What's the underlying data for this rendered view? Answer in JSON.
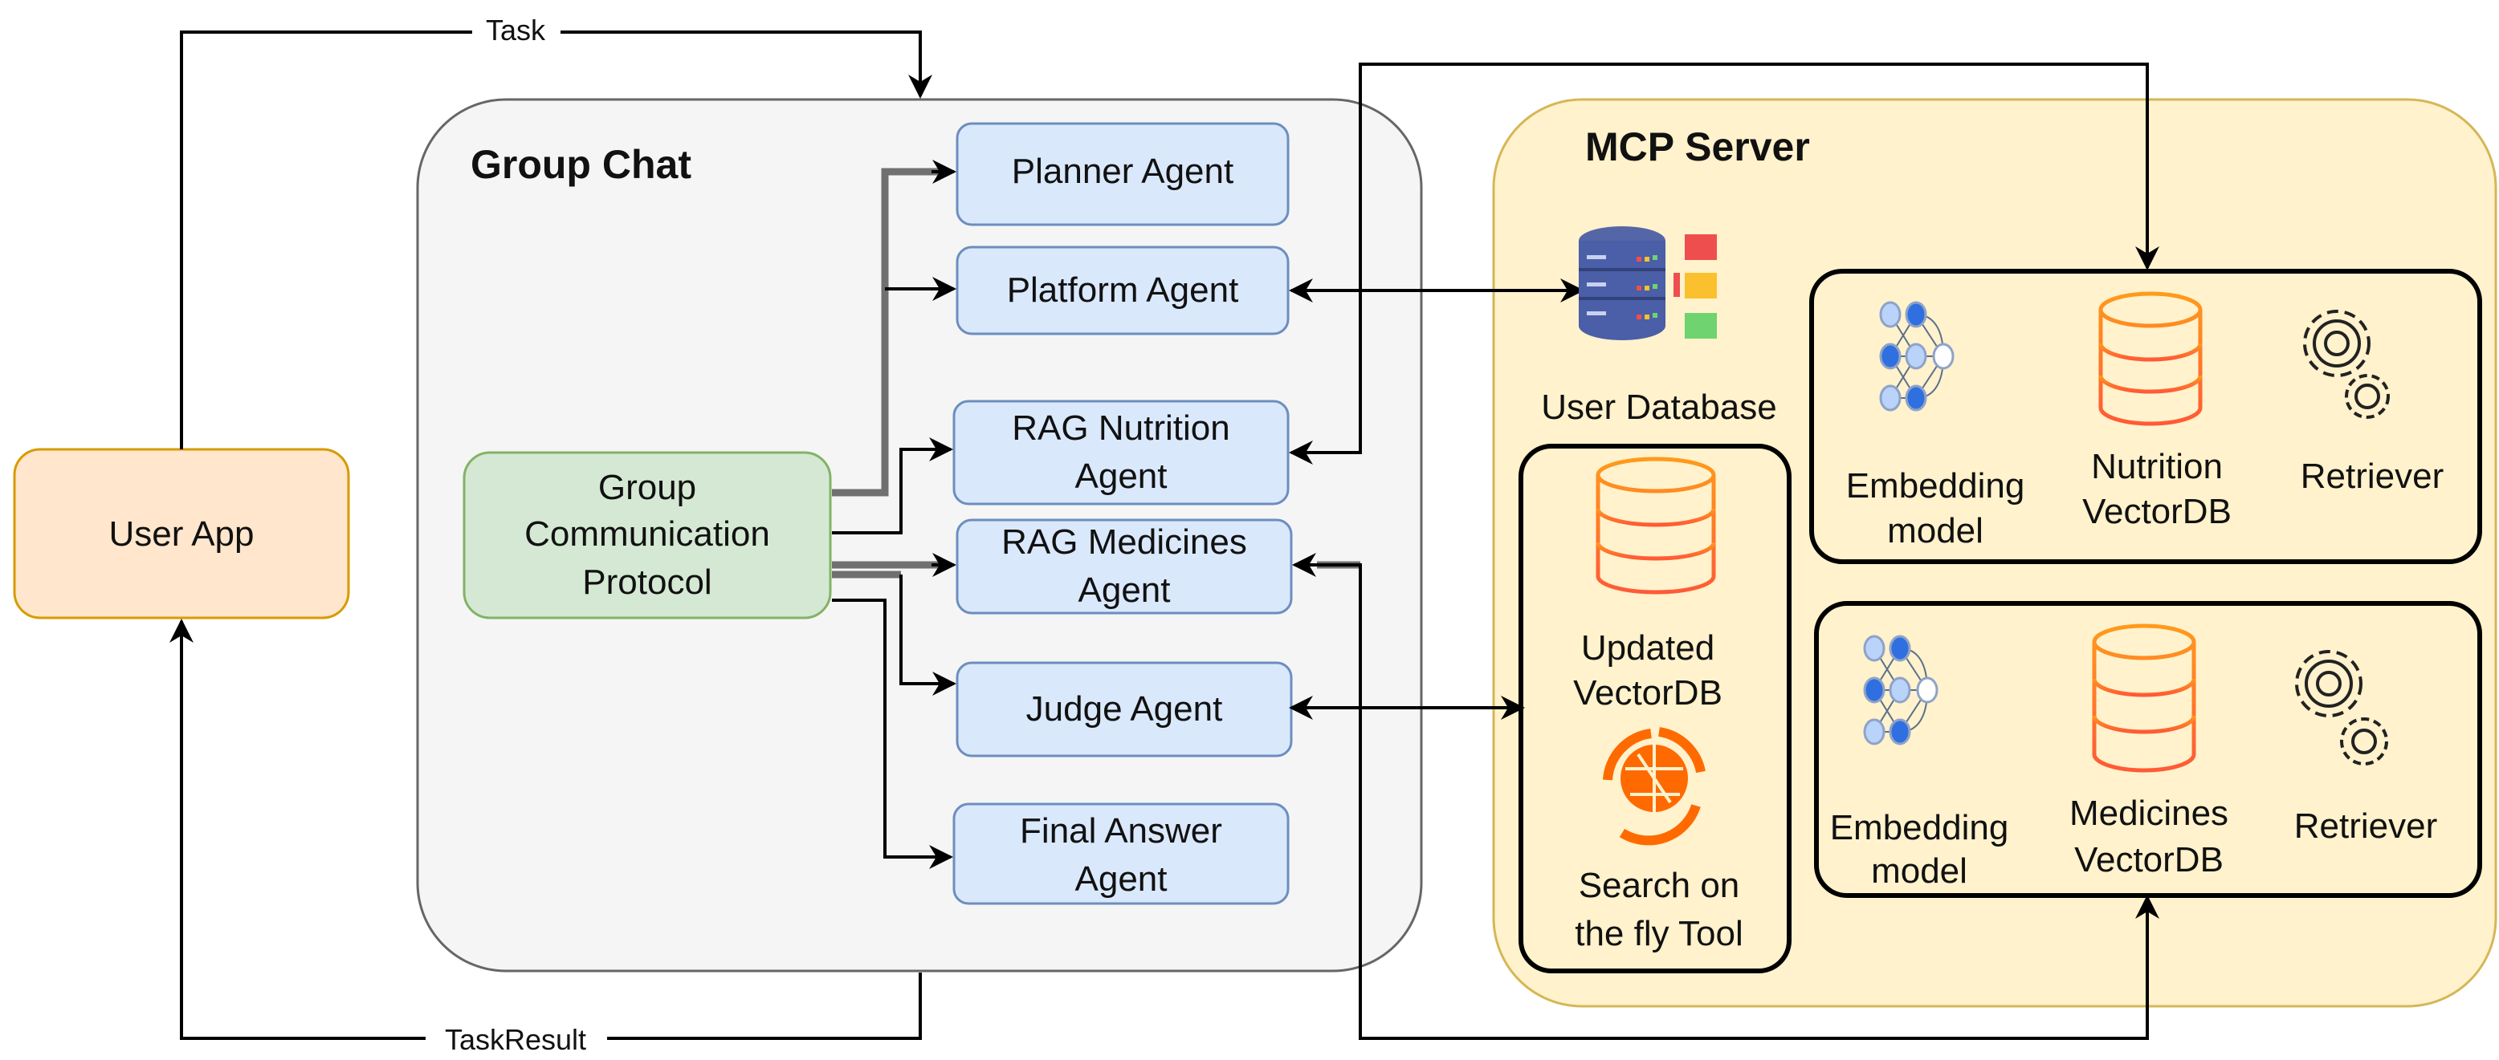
{
  "diagram": {
    "title": "Multi-agent RAG system architecture",
    "nodes": {
      "user_app": {
        "label": "User App",
        "fill": "#ffe6cc",
        "stroke": "#d79b00"
      },
      "group_chat": {
        "label": "Group Chat",
        "fill": "#f5f5f5",
        "stroke": "#666666"
      },
      "gcp": {
        "label_lines": [
          "Group",
          "Communication",
          "Protocol"
        ],
        "fill": "#d5e8d4",
        "stroke": "#82b366"
      },
      "planner": {
        "label_lines": [
          "Planner Agent"
        ]
      },
      "platform": {
        "label_lines": [
          "Platform Agent"
        ]
      },
      "rag_nutrition": {
        "label_lines": [
          "RAG Nutrition",
          "Agent"
        ]
      },
      "rag_medicines": {
        "label_lines": [
          "RAG Medicines",
          "Agent"
        ]
      },
      "judge": {
        "label_lines": [
          "Judge Agent"
        ]
      },
      "final_answer": {
        "label_lines": [
          "Final Answer",
          "Agent"
        ]
      },
      "mcp_server": {
        "label": "MCP Server",
        "fill": "#fff2cc",
        "stroke": "#d6b656"
      },
      "user_db": {
        "label": "User Database"
      },
      "updated_vectordb": {
        "label_lines": [
          "Updated",
          "VectorDB"
        ]
      },
      "search_tool": {
        "label_lines": [
          "Search on",
          "the fly Tool"
        ]
      },
      "nutrition_group": {
        "embedding": [
          "Embedding",
          "model"
        ],
        "vectordb": [
          "Nutrition",
          "VectorDB"
        ],
        "retriever": [
          "Retriever"
        ]
      },
      "medicines_group": {
        "embedding": [
          "Embedding",
          "model"
        ],
        "vectordb": [
          "Medicines",
          "VectorDB"
        ],
        "retriever": [
          "Retriever"
        ]
      }
    },
    "edges": {
      "task": "Task",
      "task_result": "TaskResult"
    },
    "colors": {
      "agent_fill": "#dae8fc",
      "agent_stroke": "#6c8ebf",
      "db_orange": "#ff8a1c",
      "db_red": "#ff5a36",
      "globe": "#ff6a00",
      "server_blue": "#4a5fa8",
      "folder_red": "#ef4e4e",
      "folder_yellow": "#fbc02d",
      "folder_green": "#6fd36f",
      "nn_dark": "#2f6fe0",
      "nn_light": "#b9d3fb"
    }
  }
}
